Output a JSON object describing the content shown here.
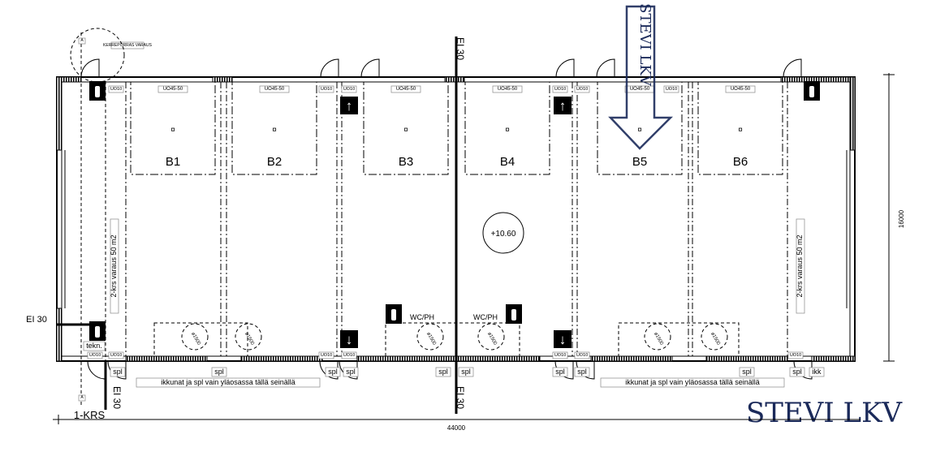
{
  "units": [
    "B1",
    "B2",
    "B3",
    "B4",
    "B5",
    "B6"
  ],
  "overhead_door_label": "UO45-50",
  "door_tag": "UO10",
  "stair_label": "KERREPORRAS VARAUS",
  "fire_rating": "EI 30",
  "level_marker": "+10.60",
  "mezzanine_note": "2-krs varaus 50 m2",
  "window_note": "ikkunat ja spl vain yläosassa tällä seinällä",
  "spl": "spl",
  "ikk": "ikk",
  "tech_room": "tekn.",
  "wc": "WC/PH",
  "turn_circle": "ø1500",
  "floor": "1-KRS",
  "dim_width": "44000",
  "dim_depth": "16000",
  "section_mark": "A",
  "watermark": "STEVI LKV",
  "colors": {
    "watermark": "#1b2a5a",
    "line": "#000000"
  }
}
